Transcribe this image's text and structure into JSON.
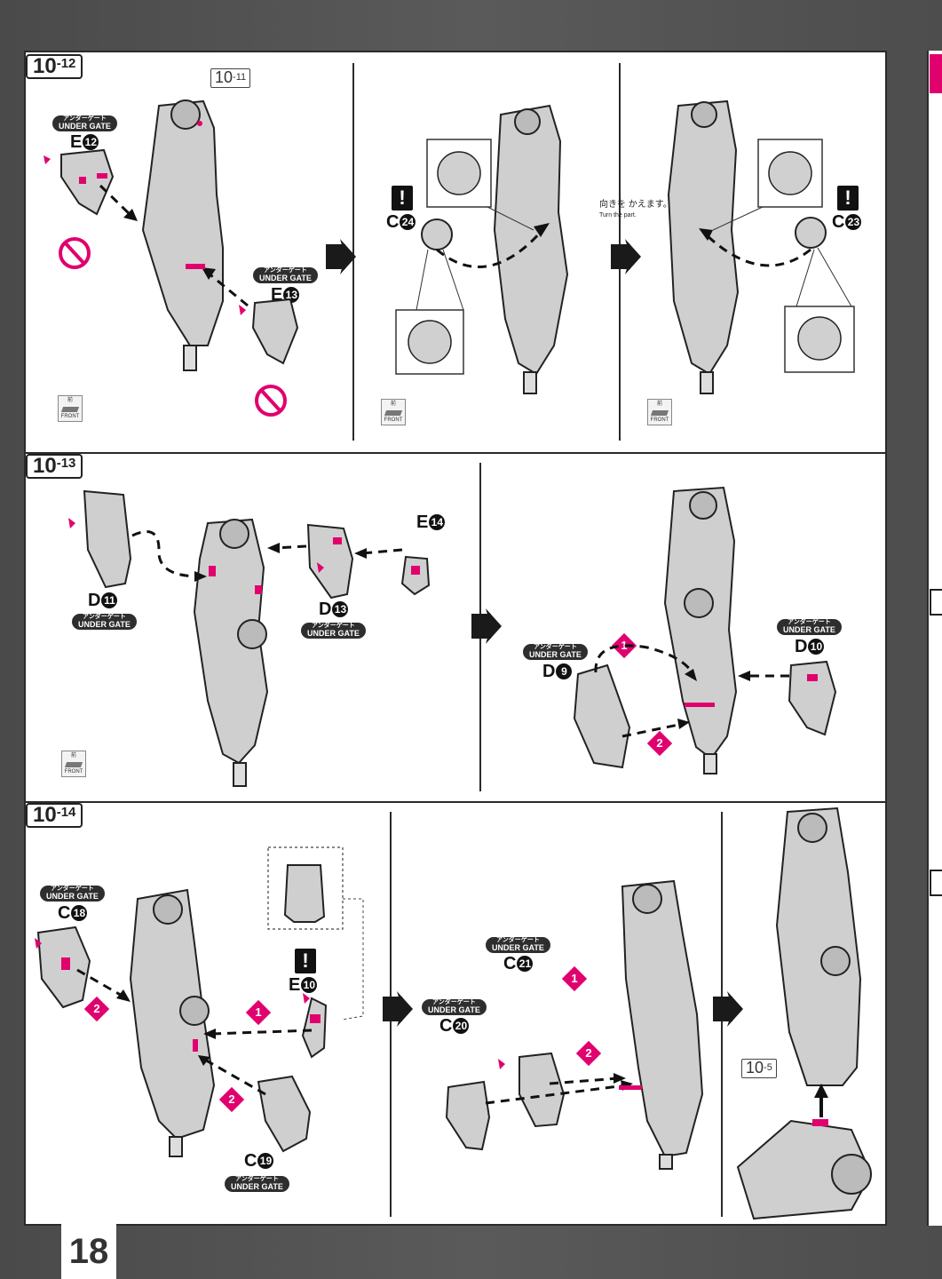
{
  "page": {
    "number": "18"
  },
  "steps": {
    "s12": {
      "label": "10",
      "sub": "-12",
      "ref": "10",
      "ref_sub": "-11",
      "turn_note_jp": "向きを かえます。",
      "turn_note_en": "Turn the part."
    },
    "s13": {
      "label": "10",
      "sub": "-13"
    },
    "s14": {
      "label": "10",
      "sub": "-14",
      "ref": "10",
      "ref_sub": "-5"
    }
  },
  "gate": {
    "jp": "アンダーゲート",
    "en": "UNDER GATE"
  },
  "front": {
    "jp": "前",
    "en": "FRONT"
  },
  "warning": "!",
  "order": {
    "one": "1",
    "two": "2"
  },
  "parts": {
    "e12": {
      "letter": "E",
      "num": "12"
    },
    "e13": {
      "letter": "E",
      "num": "13"
    },
    "c24": {
      "letter": "C",
      "num": "24"
    },
    "c23": {
      "letter": "C",
      "num": "23"
    },
    "e14": {
      "letter": "E",
      "num": "14"
    },
    "d11": {
      "letter": "D",
      "num": "11"
    },
    "d13": {
      "letter": "D",
      "num": "13"
    },
    "d9": {
      "letter": "D",
      "num": "9"
    },
    "d10": {
      "letter": "D",
      "num": "10"
    },
    "c18": {
      "letter": "C",
      "num": "18"
    },
    "e10": {
      "letter": "E",
      "num": "10"
    },
    "c19": {
      "letter": "C",
      "num": "19"
    },
    "c21": {
      "letter": "C",
      "num": "21"
    },
    "c20": {
      "letter": "C",
      "num": "20"
    }
  },
  "colors": {
    "accent": "#e0006e",
    "part_fill": "#cfcfcf",
    "line": "#222222"
  }
}
